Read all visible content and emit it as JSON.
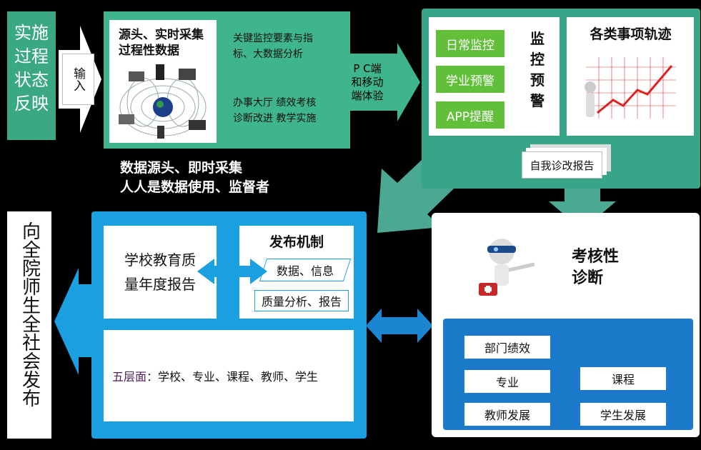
{
  "state_reflection": "实施过程状态反映",
  "input_label": "输入",
  "source_title_1": "源头、实时采集",
  "source_title_2": "过程性数据",
  "kpi_text_1": "关键监控要素与指",
  "kpi_text_2": "标、大数据分析",
  "office_text_1": "办事大厅  绩效考核",
  "office_text_2": "诊断改进  教学实施",
  "pc_text_1": "P C端",
  "pc_text_2": "和移动",
  "pc_text_3": "端体验",
  "monitor_items": [
    "日常监控",
    "学业预警",
    "APP提醒"
  ],
  "monitor_title": "监控预警",
  "trace_title": "各类事项轨迹",
  "self_report": "自我诊改报告",
  "caption_1": "数据源头、即时采集",
  "caption_2": "人人是数据使用、监督者",
  "publish_left": "向全院师生全社会发布",
  "annual_report_1": "学校教育质",
  "annual_report_2": "量年度报告",
  "release_title": "发布机制",
  "release_data": "数据、信息",
  "release_quality": "质量分析、报告",
  "layer_label": "五层面：",
  "layer_text": "学校、专业、课程、教师、学生",
  "diagnosis_title": "考核性诊断",
  "metrics": {
    "dept": "部门绩效",
    "major": "专业",
    "course": "课程",
    "teacher": "教师发展",
    "student": "学生发展"
  },
  "colors": {
    "green": "#3eb58e",
    "teal": "#37a588",
    "blue": "#1a9fe0",
    "dark_blue": "#1b7ac9",
    "lime": "#62bf3a"
  }
}
